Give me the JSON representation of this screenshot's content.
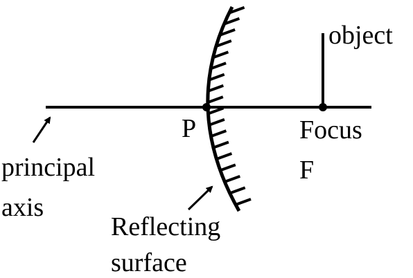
{
  "labels": {
    "object": "object",
    "pole": "P",
    "focus_line1": "Focus",
    "focus_line2": "F",
    "axis_line1": "principal",
    "axis_line2": "axis",
    "surface_line1": "Reflecting",
    "surface_line2": "surface"
  },
  "colors": {
    "ink": "#000000",
    "background": "#ffffff"
  }
}
